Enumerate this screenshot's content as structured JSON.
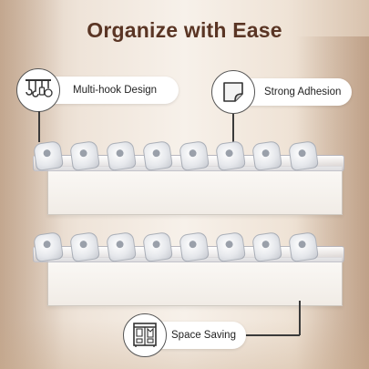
{
  "title": "Organize with Ease",
  "features": {
    "multi_hook": {
      "label": "Multi-hook Design",
      "icon": "hanging-hooks-icon"
    },
    "adhesion": {
      "label": "Strong Adhesion",
      "icon": "peel-sticker-icon"
    },
    "space": {
      "label": "Space Saving",
      "icon": "wardrobe-icon"
    }
  },
  "colors": {
    "title": "#5a3524",
    "pill_background": "#ffffff",
    "line": "#3a3a3a"
  },
  "product": {
    "shelves": 2,
    "hooks_per_shelf": 8
  }
}
